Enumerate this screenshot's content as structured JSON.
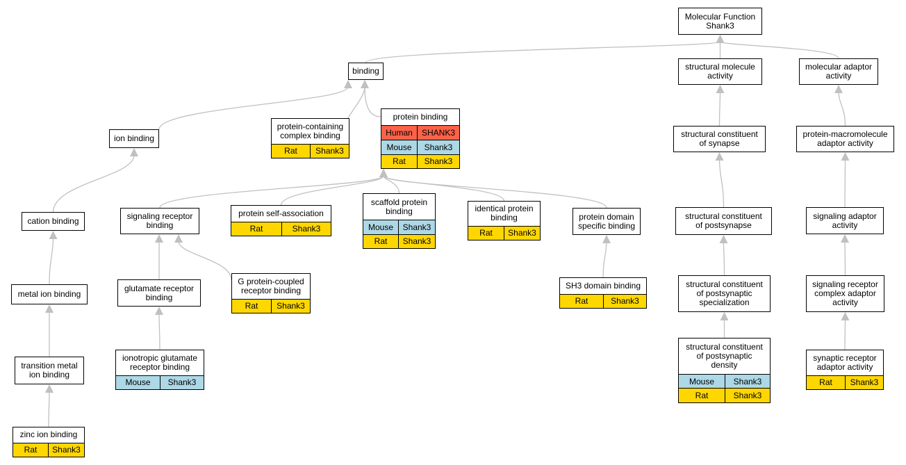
{
  "colors": {
    "Human": "#fa6249",
    "Mouse": "#add8e6",
    "Rat": "#ffd700",
    "edge": "#c0c0c0"
  },
  "nodes": [
    {
      "id": "mf",
      "title": "Molecular Function\nShank3",
      "annotations": []
    },
    {
      "id": "binding",
      "title": "binding",
      "annotations": []
    },
    {
      "id": "structural_molecule_activity",
      "title": "structural molecule\nactivity",
      "annotations": []
    },
    {
      "id": "molecular_adaptor_activity",
      "title": "molecular adaptor\nactivity",
      "annotations": []
    },
    {
      "id": "ion_binding",
      "title": "ion binding",
      "annotations": []
    },
    {
      "id": "protein_containing_complex_binding",
      "title": "protein-containing\ncomplex binding",
      "annotations": [
        {
          "species": "Rat",
          "gene": "Shank3"
        }
      ]
    },
    {
      "id": "protein_binding",
      "title": "protein binding",
      "annotations": [
        {
          "species": "Human",
          "gene": "SHANK3"
        },
        {
          "species": "Mouse",
          "gene": "Shank3"
        },
        {
          "species": "Rat",
          "gene": "Shank3"
        }
      ]
    },
    {
      "id": "structural_constituent_of_synapse",
      "title": "structural constituent\nof synapse",
      "annotations": []
    },
    {
      "id": "protein_macromolecule_adaptor_activity",
      "title": "protein-macromolecule\nadaptor activity",
      "annotations": []
    },
    {
      "id": "cation_binding",
      "title": "cation binding",
      "annotations": []
    },
    {
      "id": "signaling_receptor_binding",
      "title": "signaling receptor\nbinding",
      "annotations": []
    },
    {
      "id": "protein_self_association",
      "title": "protein self-association",
      "annotations": [
        {
          "species": "Rat",
          "gene": "Shank3"
        }
      ]
    },
    {
      "id": "scaffold_protein_binding",
      "title": "scaffold protein\nbinding",
      "annotations": [
        {
          "species": "Mouse",
          "gene": "Shank3"
        },
        {
          "species": "Rat",
          "gene": "Shank3"
        }
      ]
    },
    {
      "id": "identical_protein_binding",
      "title": "identical protein\nbinding",
      "annotations": [
        {
          "species": "Rat",
          "gene": "Shank3"
        }
      ]
    },
    {
      "id": "protein_domain_specific_binding",
      "title": "protein domain\nspecific binding",
      "annotations": []
    },
    {
      "id": "structural_constituent_of_postsynapse",
      "title": "structural constituent\nof postsynapse",
      "annotations": []
    },
    {
      "id": "signaling_adaptor_activity",
      "title": "signaling adaptor\nactivity",
      "annotations": []
    },
    {
      "id": "metal_ion_binding",
      "title": "metal ion binding",
      "annotations": []
    },
    {
      "id": "glutamate_receptor_binding",
      "title": "glutamate receptor\nbinding",
      "annotations": []
    },
    {
      "id": "g_protein_coupled_receptor_binding",
      "title": "G protein-coupled\nreceptor binding",
      "annotations": [
        {
          "species": "Rat",
          "gene": "Shank3"
        }
      ]
    },
    {
      "id": "sh3_domain_binding",
      "title": "SH3 domain binding",
      "annotations": [
        {
          "species": "Rat",
          "gene": "Shank3"
        }
      ]
    },
    {
      "id": "structural_constituent_of_postsynaptic_specialization",
      "title": "structural constituent\nof postsynaptic\nspecialization",
      "annotations": []
    },
    {
      "id": "signaling_receptor_complex_adaptor_activity",
      "title": "signaling receptor\ncomplex adaptor\nactivity",
      "annotations": []
    },
    {
      "id": "transition_metal_ion_binding",
      "title": "transition metal\nion binding",
      "annotations": []
    },
    {
      "id": "ionotropic_glutamate_receptor_binding",
      "title": "ionotropic glutamate\nreceptor binding",
      "annotations": [
        {
          "species": "Mouse",
          "gene": "Shank3"
        }
      ]
    },
    {
      "id": "structural_constituent_of_postsynaptic_density",
      "title": "structural constituent\nof postsynaptic\ndensity",
      "annotations": [
        {
          "species": "Mouse",
          "gene": "Shank3"
        },
        {
          "species": "Rat",
          "gene": "Shank3"
        }
      ]
    },
    {
      "id": "synaptic_receptor_adaptor_activity",
      "title": "synaptic receptor\nadaptor activity",
      "annotations": [
        {
          "species": "Rat",
          "gene": "Shank3"
        }
      ]
    },
    {
      "id": "zinc_ion_binding",
      "title": "zinc ion binding",
      "annotations": [
        {
          "species": "Rat",
          "gene": "Shank3"
        }
      ]
    }
  ],
  "edges": [
    {
      "from": "binding",
      "to": "mf"
    },
    {
      "from": "structural_molecule_activity",
      "to": "mf"
    },
    {
      "from": "molecular_adaptor_activity",
      "to": "mf"
    },
    {
      "from": "ion_binding",
      "to": "binding"
    },
    {
      "from": "protein_containing_complex_binding",
      "to": "binding"
    },
    {
      "from": "protein_binding",
      "to": "binding"
    },
    {
      "from": "cation_binding",
      "to": "ion_binding"
    },
    {
      "from": "metal_ion_binding",
      "to": "cation_binding"
    },
    {
      "from": "transition_metal_ion_binding",
      "to": "metal_ion_binding"
    },
    {
      "from": "zinc_ion_binding",
      "to": "transition_metal_ion_binding"
    },
    {
      "from": "signaling_receptor_binding",
      "to": "protein_binding"
    },
    {
      "from": "protein_self_association",
      "to": "protein_binding"
    },
    {
      "from": "scaffold_protein_binding",
      "to": "protein_binding"
    },
    {
      "from": "identical_protein_binding",
      "to": "protein_binding"
    },
    {
      "from": "protein_domain_specific_binding",
      "to": "protein_binding"
    },
    {
      "from": "glutamate_receptor_binding",
      "to": "signaling_receptor_binding"
    },
    {
      "from": "g_protein_coupled_receptor_binding",
      "to": "signaling_receptor_binding"
    },
    {
      "from": "ionotropic_glutamate_receptor_binding",
      "to": "glutamate_receptor_binding"
    },
    {
      "from": "sh3_domain_binding",
      "to": "protein_domain_specific_binding"
    },
    {
      "from": "structural_constituent_of_synapse",
      "to": "structural_molecule_activity"
    },
    {
      "from": "structural_constituent_of_postsynapse",
      "to": "structural_constituent_of_synapse"
    },
    {
      "from": "structural_constituent_of_postsynaptic_specialization",
      "to": "structural_constituent_of_postsynapse"
    },
    {
      "from": "structural_constituent_of_postsynaptic_density",
      "to": "structural_constituent_of_postsynaptic_specialization"
    },
    {
      "from": "protein_macromolecule_adaptor_activity",
      "to": "molecular_adaptor_activity"
    },
    {
      "from": "signaling_adaptor_activity",
      "to": "protein_macromolecule_adaptor_activity"
    },
    {
      "from": "signaling_receptor_complex_adaptor_activity",
      "to": "signaling_adaptor_activity"
    },
    {
      "from": "synaptic_receptor_adaptor_activity",
      "to": "signaling_receptor_complex_adaptor_activity"
    }
  ]
}
